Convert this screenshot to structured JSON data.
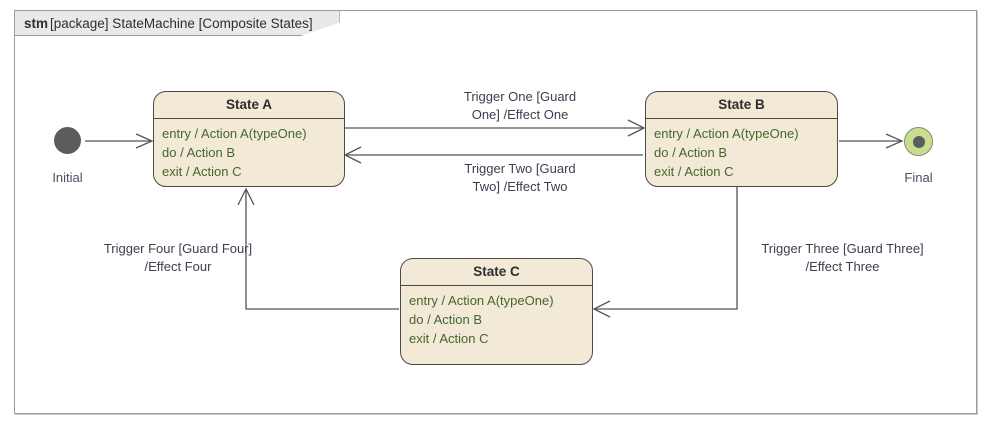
{
  "frame": {
    "tab_keyword": "stm",
    "tab_text": "[package] StateMachine [Composite States]"
  },
  "nodes": {
    "initial": {
      "label": "Initial",
      "icon": "initial-pseudostate-icon",
      "color": "#5c5c5c"
    },
    "final": {
      "label": "Final",
      "icon": "final-pseudostate-icon",
      "color": "#c6de8d",
      "inner_color": "#5c5c5c"
    }
  },
  "states": [
    {
      "name": "State A",
      "entry": "entry / Action A(typeOne)",
      "do": "do / Action B",
      "exit": "exit / Action C",
      "composite": false
    },
    {
      "name": "State B",
      "entry": "entry / Action A(typeOne)",
      "do": "do / Action B",
      "exit": "exit / Action C",
      "composite": false
    },
    {
      "name": "State C",
      "entry": "entry / Action A(typeOne)",
      "do": "do / Action B",
      "exit": "exit / Action C",
      "composite": true
    }
  ],
  "transitions": [
    {
      "id": "t1",
      "from": "State A",
      "to": "State B",
      "line1": "Trigger One [Guard",
      "line2": "One] /Effect One"
    },
    {
      "id": "t2",
      "from": "State B",
      "to": "State A",
      "line1": "Trigger Two [Guard",
      "line2": "Two] /Effect Two"
    },
    {
      "id": "t3",
      "from": "State B",
      "to": "State C",
      "line1": "Trigger Three [Guard Three]",
      "line2": "/Effect Three"
    },
    {
      "id": "t4",
      "from": "State C",
      "to": "State A",
      "line1": "Trigger Four [Guard Four]",
      "line2": "/Effect Four"
    }
  ],
  "colors": {
    "state_fill": "#f2ead6",
    "state_border": "#4b4b46",
    "body_text": "#46662f",
    "title_text": "#2e2e2e",
    "edge": "#555555",
    "frame_border": "#9a9a9a",
    "tab_fill": "#e9e9e9"
  }
}
